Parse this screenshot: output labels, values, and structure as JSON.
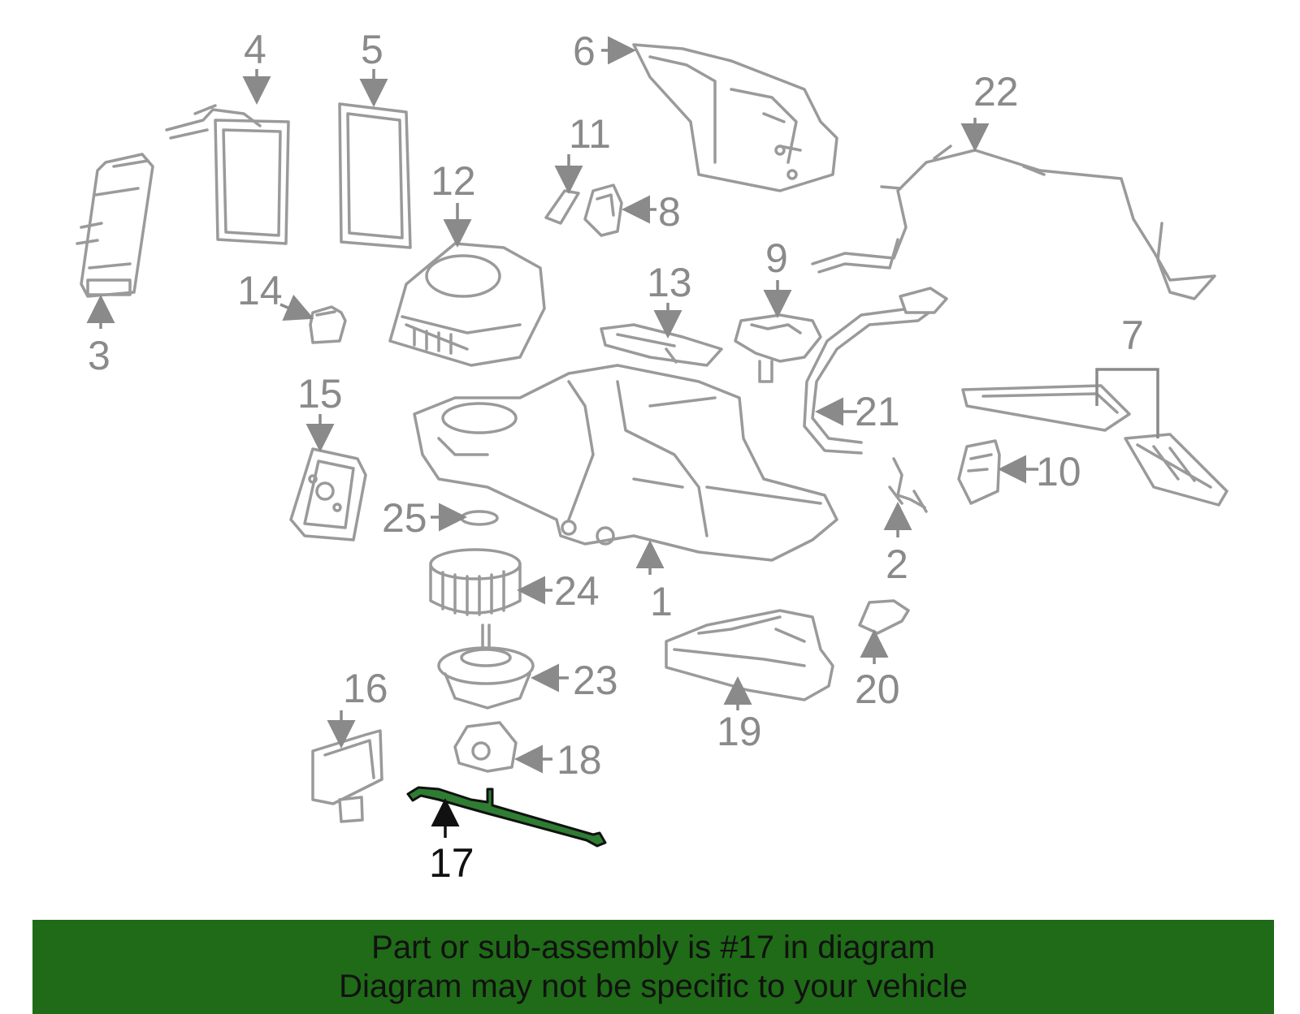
{
  "colors": {
    "banner_background": "#1f6b17",
    "highlight_part": "#2e7d32",
    "part_stroke": "#9a9a9a",
    "callout_text": "#8a8a8a",
    "highlight_text": "#111111"
  },
  "highlighted_callout": "17",
  "callouts": [
    "1",
    "2",
    "3",
    "4",
    "5",
    "6",
    "7",
    "8",
    "9",
    "10",
    "11",
    "12",
    "13",
    "14",
    "15",
    "16",
    "17",
    "18",
    "19",
    "20",
    "21",
    "22",
    "23",
    "24",
    "25"
  ],
  "banner": {
    "line1": "Part or sub-assembly is #17 in diagram",
    "line2": "Diagram may not be specific to your vehicle"
  }
}
